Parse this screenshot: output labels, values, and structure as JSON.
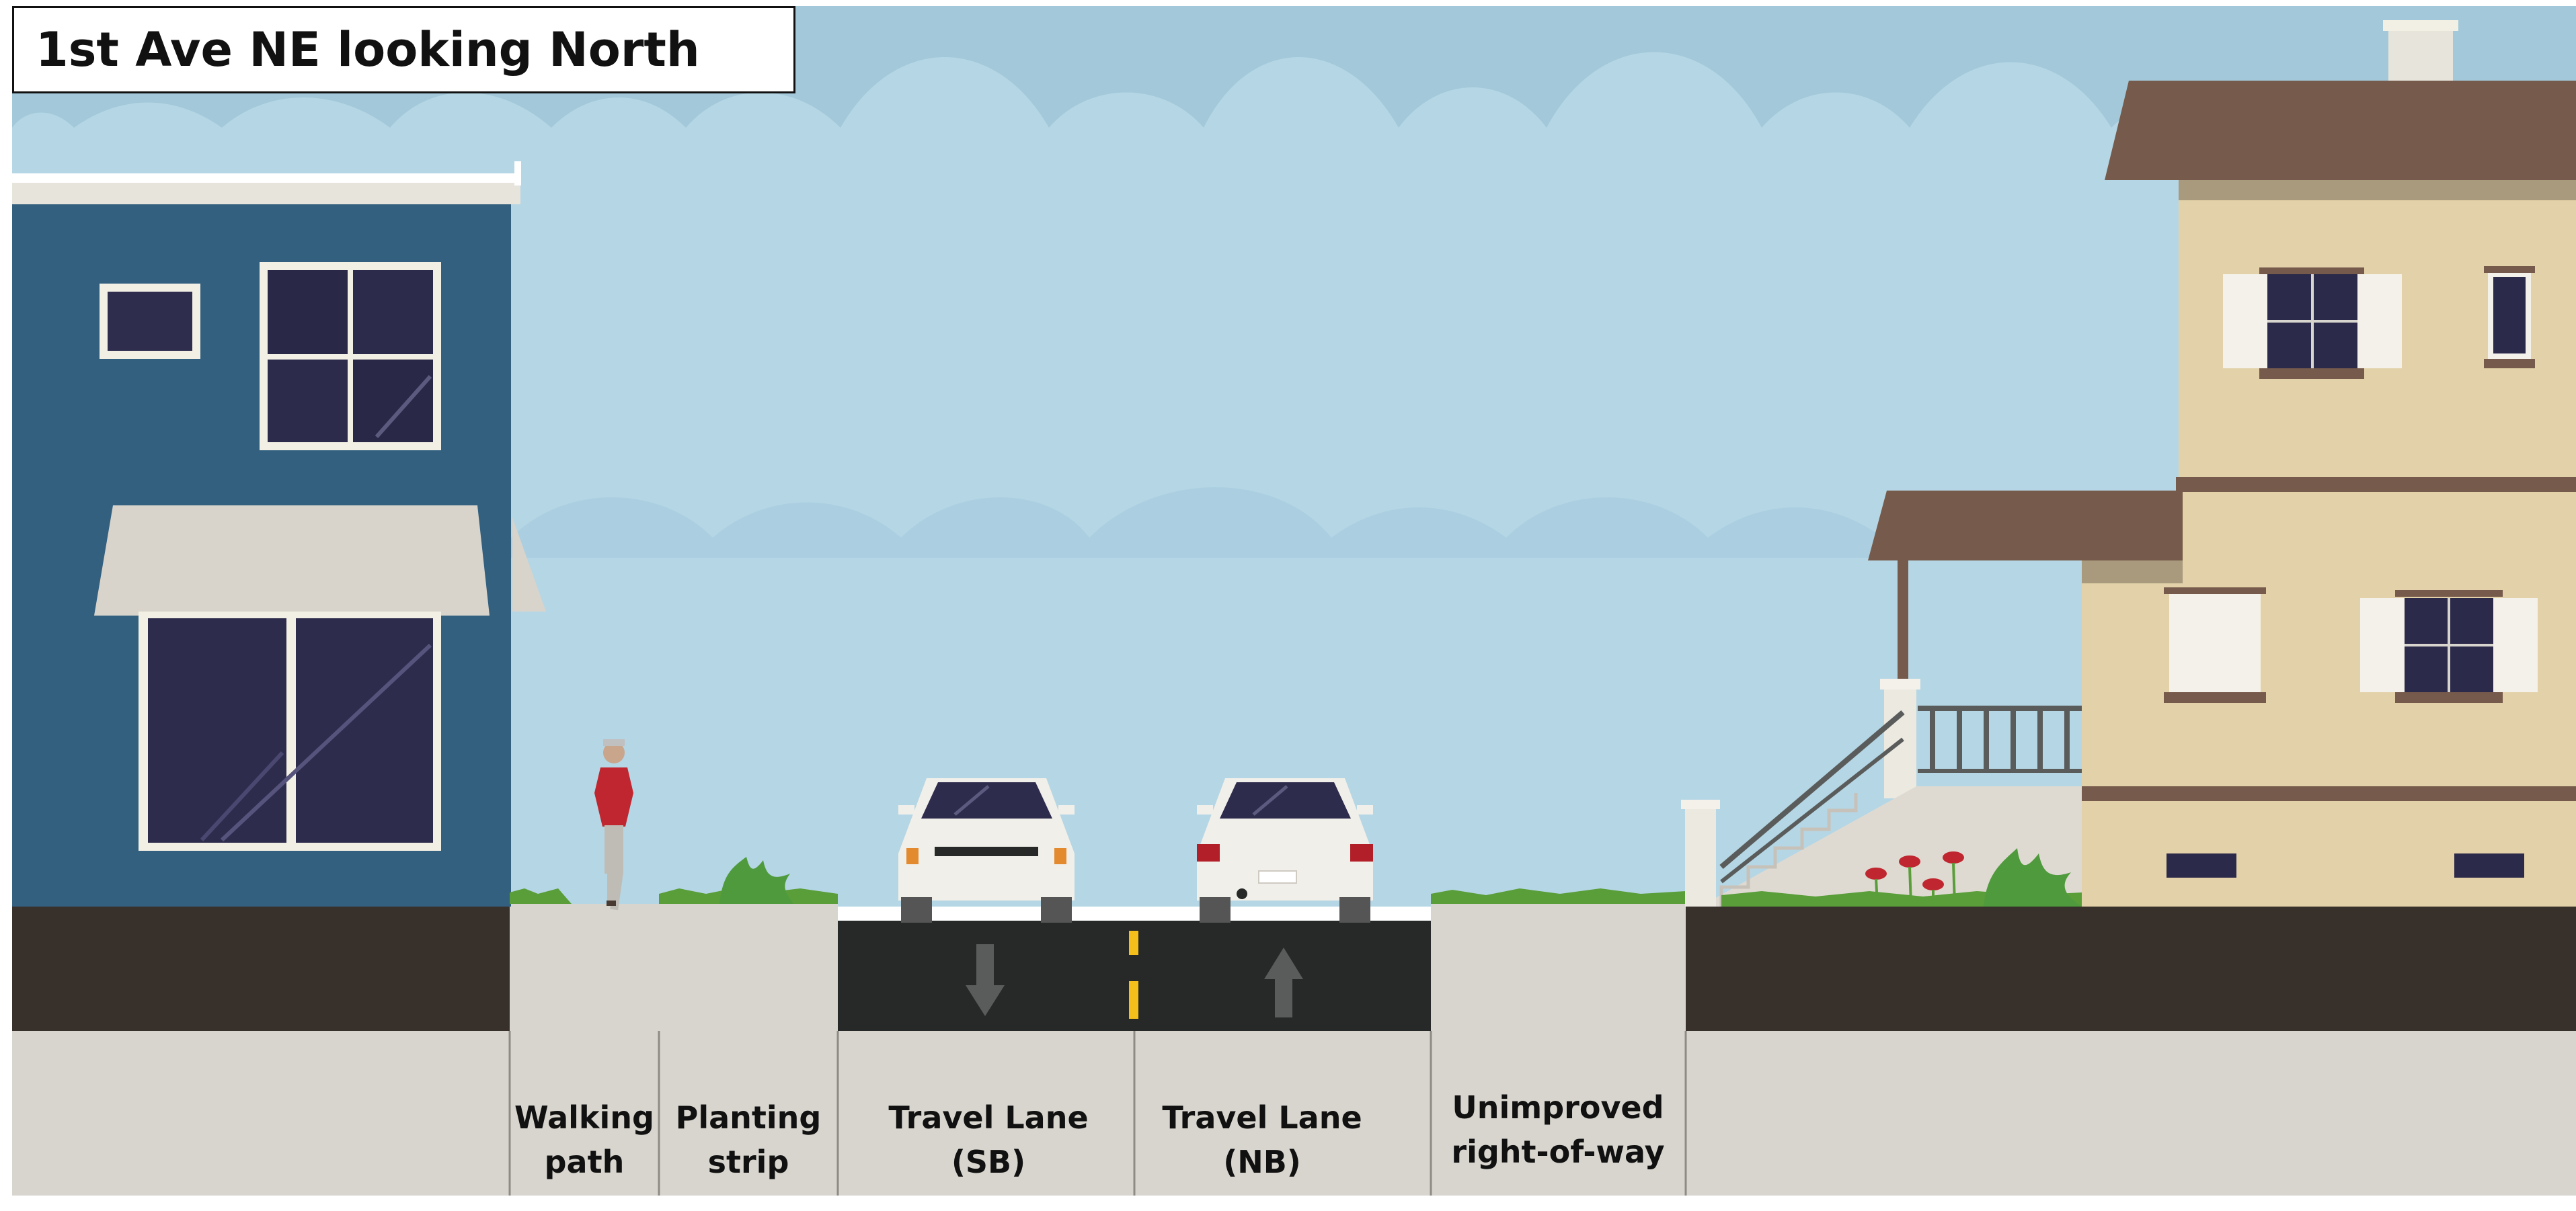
{
  "title": "1st Ave NE looking North",
  "colors": {
    "sky": "#b5d6e4",
    "building_blue": "#34607f",
    "house_tan": "#e3d2a9",
    "roof_brown": "#765a4b",
    "asphalt": "#262927",
    "ground_dark": "#37302b",
    "sidewalk": "#d8d5ce",
    "lane_marking_yellow": "#f4bf1a",
    "planting_green": "#5a9e3a"
  },
  "segments": [
    {
      "line1": "Walking",
      "line2": "path"
    },
    {
      "line1": "Planting",
      "line2": "strip"
    },
    {
      "line1": "Travel Lane",
      "line2": "(SB)"
    },
    {
      "line1": "Travel Lane",
      "line2": "(NB)"
    },
    {
      "line1": "Unimproved",
      "line2": "right-of-way"
    }
  ],
  "icons": {
    "sb_arrow": "arrow-down-icon",
    "nb_arrow": "arrow-up-icon"
  }
}
